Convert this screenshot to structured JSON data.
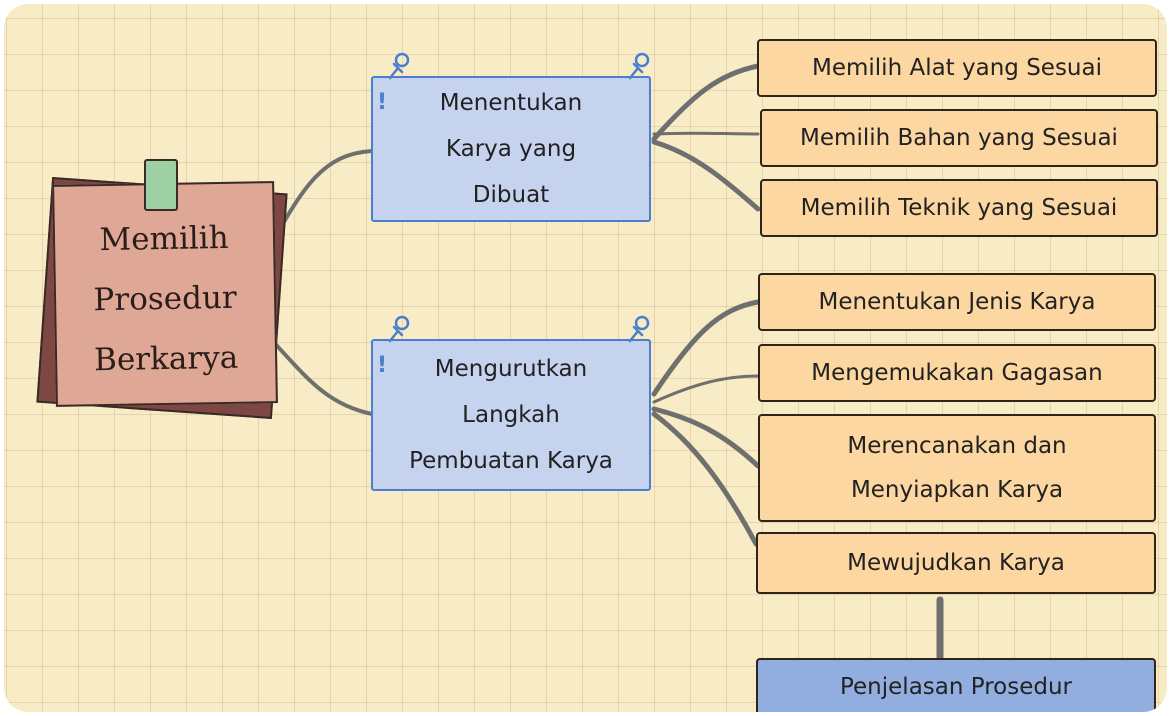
{
  "root": {
    "label": "Memilih\nProsedur\nBerkarya"
  },
  "branches": [
    {
      "label": "Menentukan\nKarya yang\nDibuat",
      "children": [
        "Memilih Alat yang Sesuai",
        "Memilih Bahan yang Sesuai",
        "Memilih Teknik yang Sesuai"
      ]
    },
    {
      "label": "Mengurutkan\nLangkah\nPembuatan Karya",
      "children": [
        "Menentukan Jenis Karya",
        "Mengemukakan Gagasan",
        "Merencanakan dan\nMenyiapkan Karya",
        "Mewujudkan Karya"
      ]
    }
  ],
  "footer_node": {
    "label": "Penjelasan Prosedur"
  },
  "colors": {
    "background": "#f8ecc6",
    "root_note": "#dfa796",
    "root_note_back": "#7d4744",
    "tape": "#9fd0a3",
    "branch_note": "#c6d3ef",
    "branch_border": "#4a7fcf",
    "leaf": "#fdd7a1",
    "footer_node": "#92aee0",
    "connector": "#6f6f6f"
  }
}
